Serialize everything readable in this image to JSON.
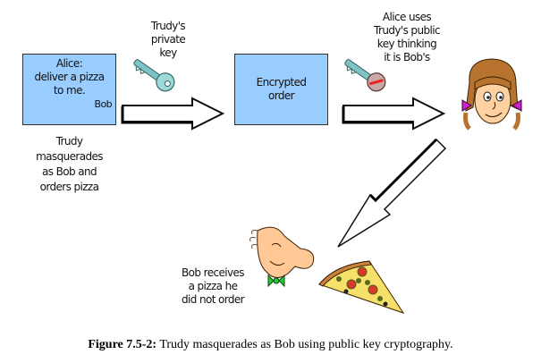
{
  "diagram": {
    "message_box": {
      "lines": [
        "Alice:",
        "deliver a pizza",
        "to me."
      ],
      "signature": "Bob",
      "fill": "#99ccff"
    },
    "encrypted_box": {
      "lines": [
        "Encrypted",
        "order"
      ],
      "fill": "#99ccff"
    },
    "labels": {
      "trudy_private_key": [
        "Trudy's",
        "private",
        "key"
      ],
      "trudy_masquerades": [
        "Trudy",
        "masquerades",
        "as Bob and",
        "orders pizza"
      ],
      "alice_uses_key": [
        "Alice uses",
        "Trudy's public",
        "key thinking",
        "it is Bob's"
      ],
      "bob_receives": [
        "Bob receives",
        "a pizza he",
        "did not order"
      ]
    },
    "icons": {
      "private_key": "key-icon",
      "public_key": "key-icon",
      "alice": "alice-face-icon",
      "bob": "bob-face-icon",
      "pizza": "pizza-slice-icon"
    }
  },
  "caption": {
    "label": "Figure 7.5-2:",
    "text": " Trudy masquerades as Bob using public key cryptography."
  }
}
